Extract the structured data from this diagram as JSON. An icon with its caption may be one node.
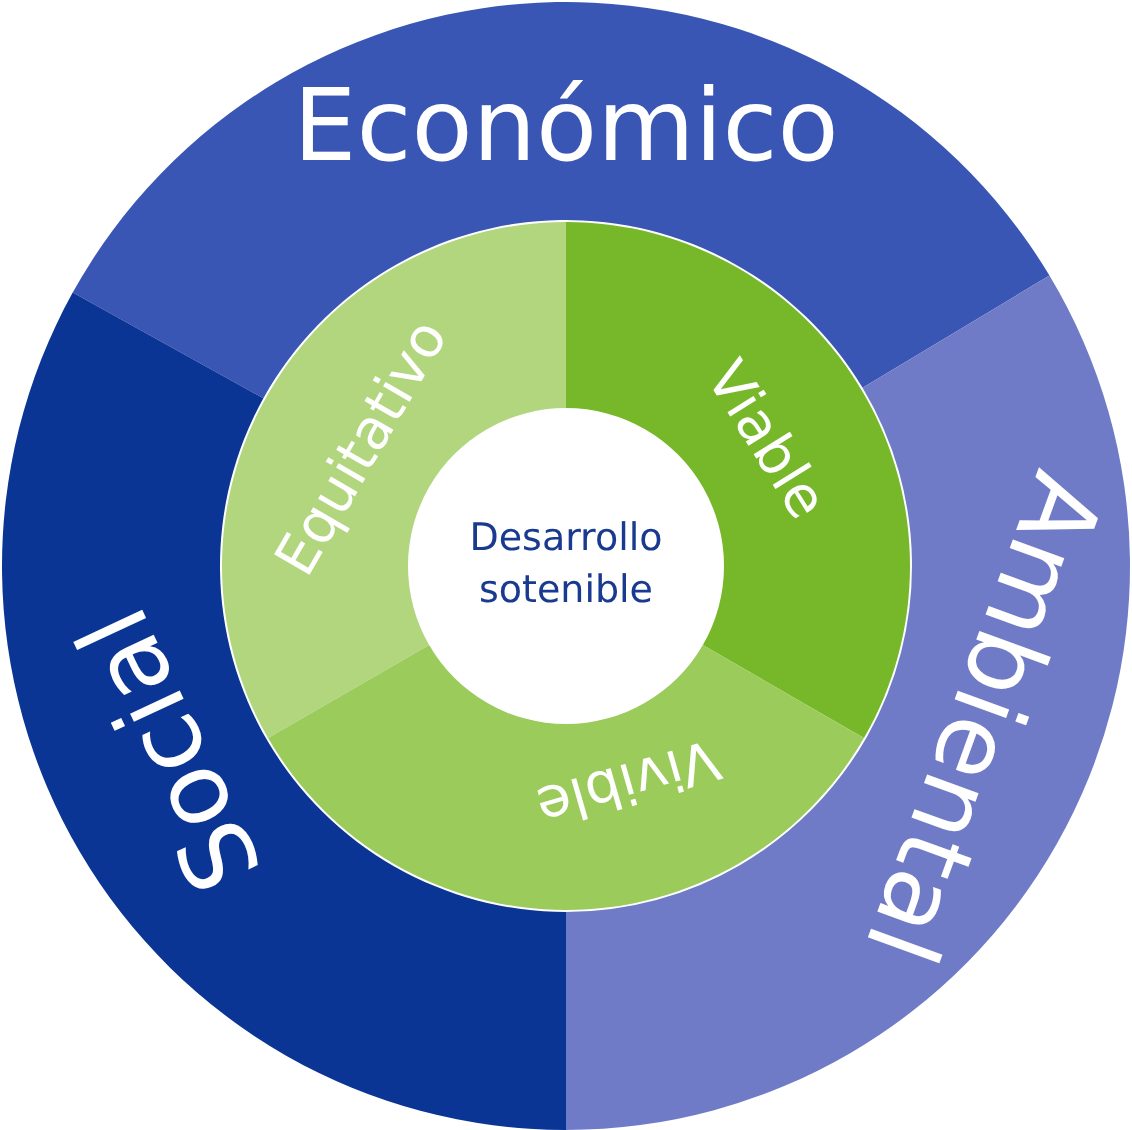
{
  "diagram": {
    "nodes": [
      {
        "text": [
          "Económico"
        ]
      },
      {
        "text": [
          "Ambiental"
        ]
      },
      {
        "text": [
          "Social"
        ]
      },
      {
        "text": [
          "Equitativo"
        ]
      },
      {
        "text": [
          "Viable"
        ]
      },
      {
        "text": [
          "Vivible"
        ]
      },
      {
        "text": [
          "Desarrollo sotenible"
        ]
      }
    ]
  }
}
